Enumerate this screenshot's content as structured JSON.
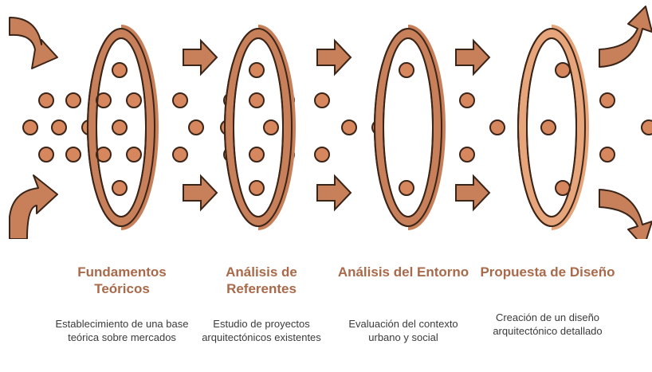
{
  "stages": [
    {
      "title": "Fundamentos Teóricos",
      "description": "Establecimiento de una base teórica sobre mercados"
    },
    {
      "title": "Análisis de Referentes",
      "description": "Estudio de proyectos arquitectónicos existentes"
    },
    {
      "title": "Análisis del Entorno",
      "description": "Evaluación del contexto urbano y social"
    },
    {
      "title": "Propuesta de Diseño",
      "description": "Creación de un diseño arquitectónico detallado"
    }
  ],
  "colors": {
    "ring_fill": "#c8805a",
    "ring_fill_light": "#e7a57b",
    "dot_fill": "#d6875e",
    "arrow_fill": "#c8805a",
    "outline": "#3b2418",
    "title_color": "#a86a4a",
    "text_color": "#3a3a3a"
  }
}
